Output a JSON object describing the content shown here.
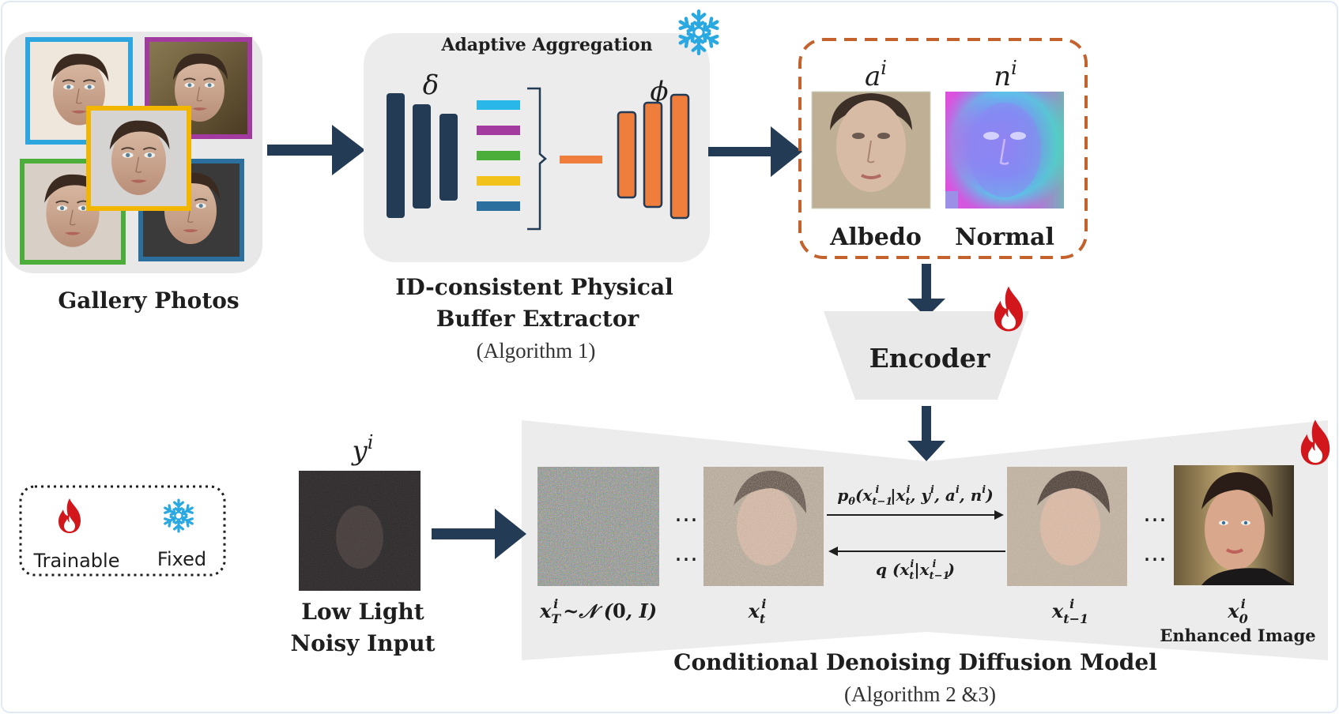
{
  "colors": {
    "dark_navy": "#243b55",
    "orange": "#ef7d3c",
    "panel_gray": "#ececec",
    "dashed_orange": "#c4622d",
    "frame_blue": "#2da6e0",
    "frame_purple": "#a23aa0",
    "frame_yellow": "#f2b600",
    "frame_green": "#4cae3a",
    "frame_teal": "#2a6f9e",
    "flame_red": "#d1171b",
    "snow_blue": "#2aa8e2"
  },
  "icons": {
    "trainable": "flame-icon",
    "fixed": "snowflake-icon"
  },
  "gallery": {
    "label": "Gallery Photos"
  },
  "extractor": {
    "panel_title": "Adaptive Aggregation",
    "delta_symbol": "δ",
    "phi_symbol": "ϕ",
    "label_line1": "ID-consistent Physical",
    "label_line2": "Buffer Extractor",
    "algorithm": "(Algorithm 1)",
    "feature_colors": [
      "#29b6e8",
      "#a23aa0",
      "#4cae3a",
      "#f2c21b",
      "#2a6f9e"
    ]
  },
  "buffers": {
    "albedo_symbol": "a",
    "albedo_sup": "i",
    "normal_symbol": "n",
    "normal_sup": "i",
    "albedo_label": "Albedo",
    "normal_label": "Normal"
  },
  "encoder": {
    "label": "Encoder"
  },
  "input": {
    "symbol": "y",
    "sup": "i",
    "label_line1": "Low Light",
    "label_line2": "Noisy Input"
  },
  "diffusion": {
    "label": "Conditional Denoising Diffusion Model",
    "algorithm": "(Algorithm 2 &3)",
    "ellipsis": "…",
    "forward_label": "pθ(x t−1 i|x t i, y i, a i, n i)",
    "reverse_label": "q (x t i|x t−1 i)",
    "xT_label": "x T i ~ 𝒩 (0, I)",
    "xt_label": "x t i",
    "xt1_label": "x t−1 i",
    "x0_label": "x 0 i",
    "enhanced_label": "Enhanced Image"
  },
  "legend": {
    "trainable": "Trainable",
    "fixed": "Fixed"
  }
}
